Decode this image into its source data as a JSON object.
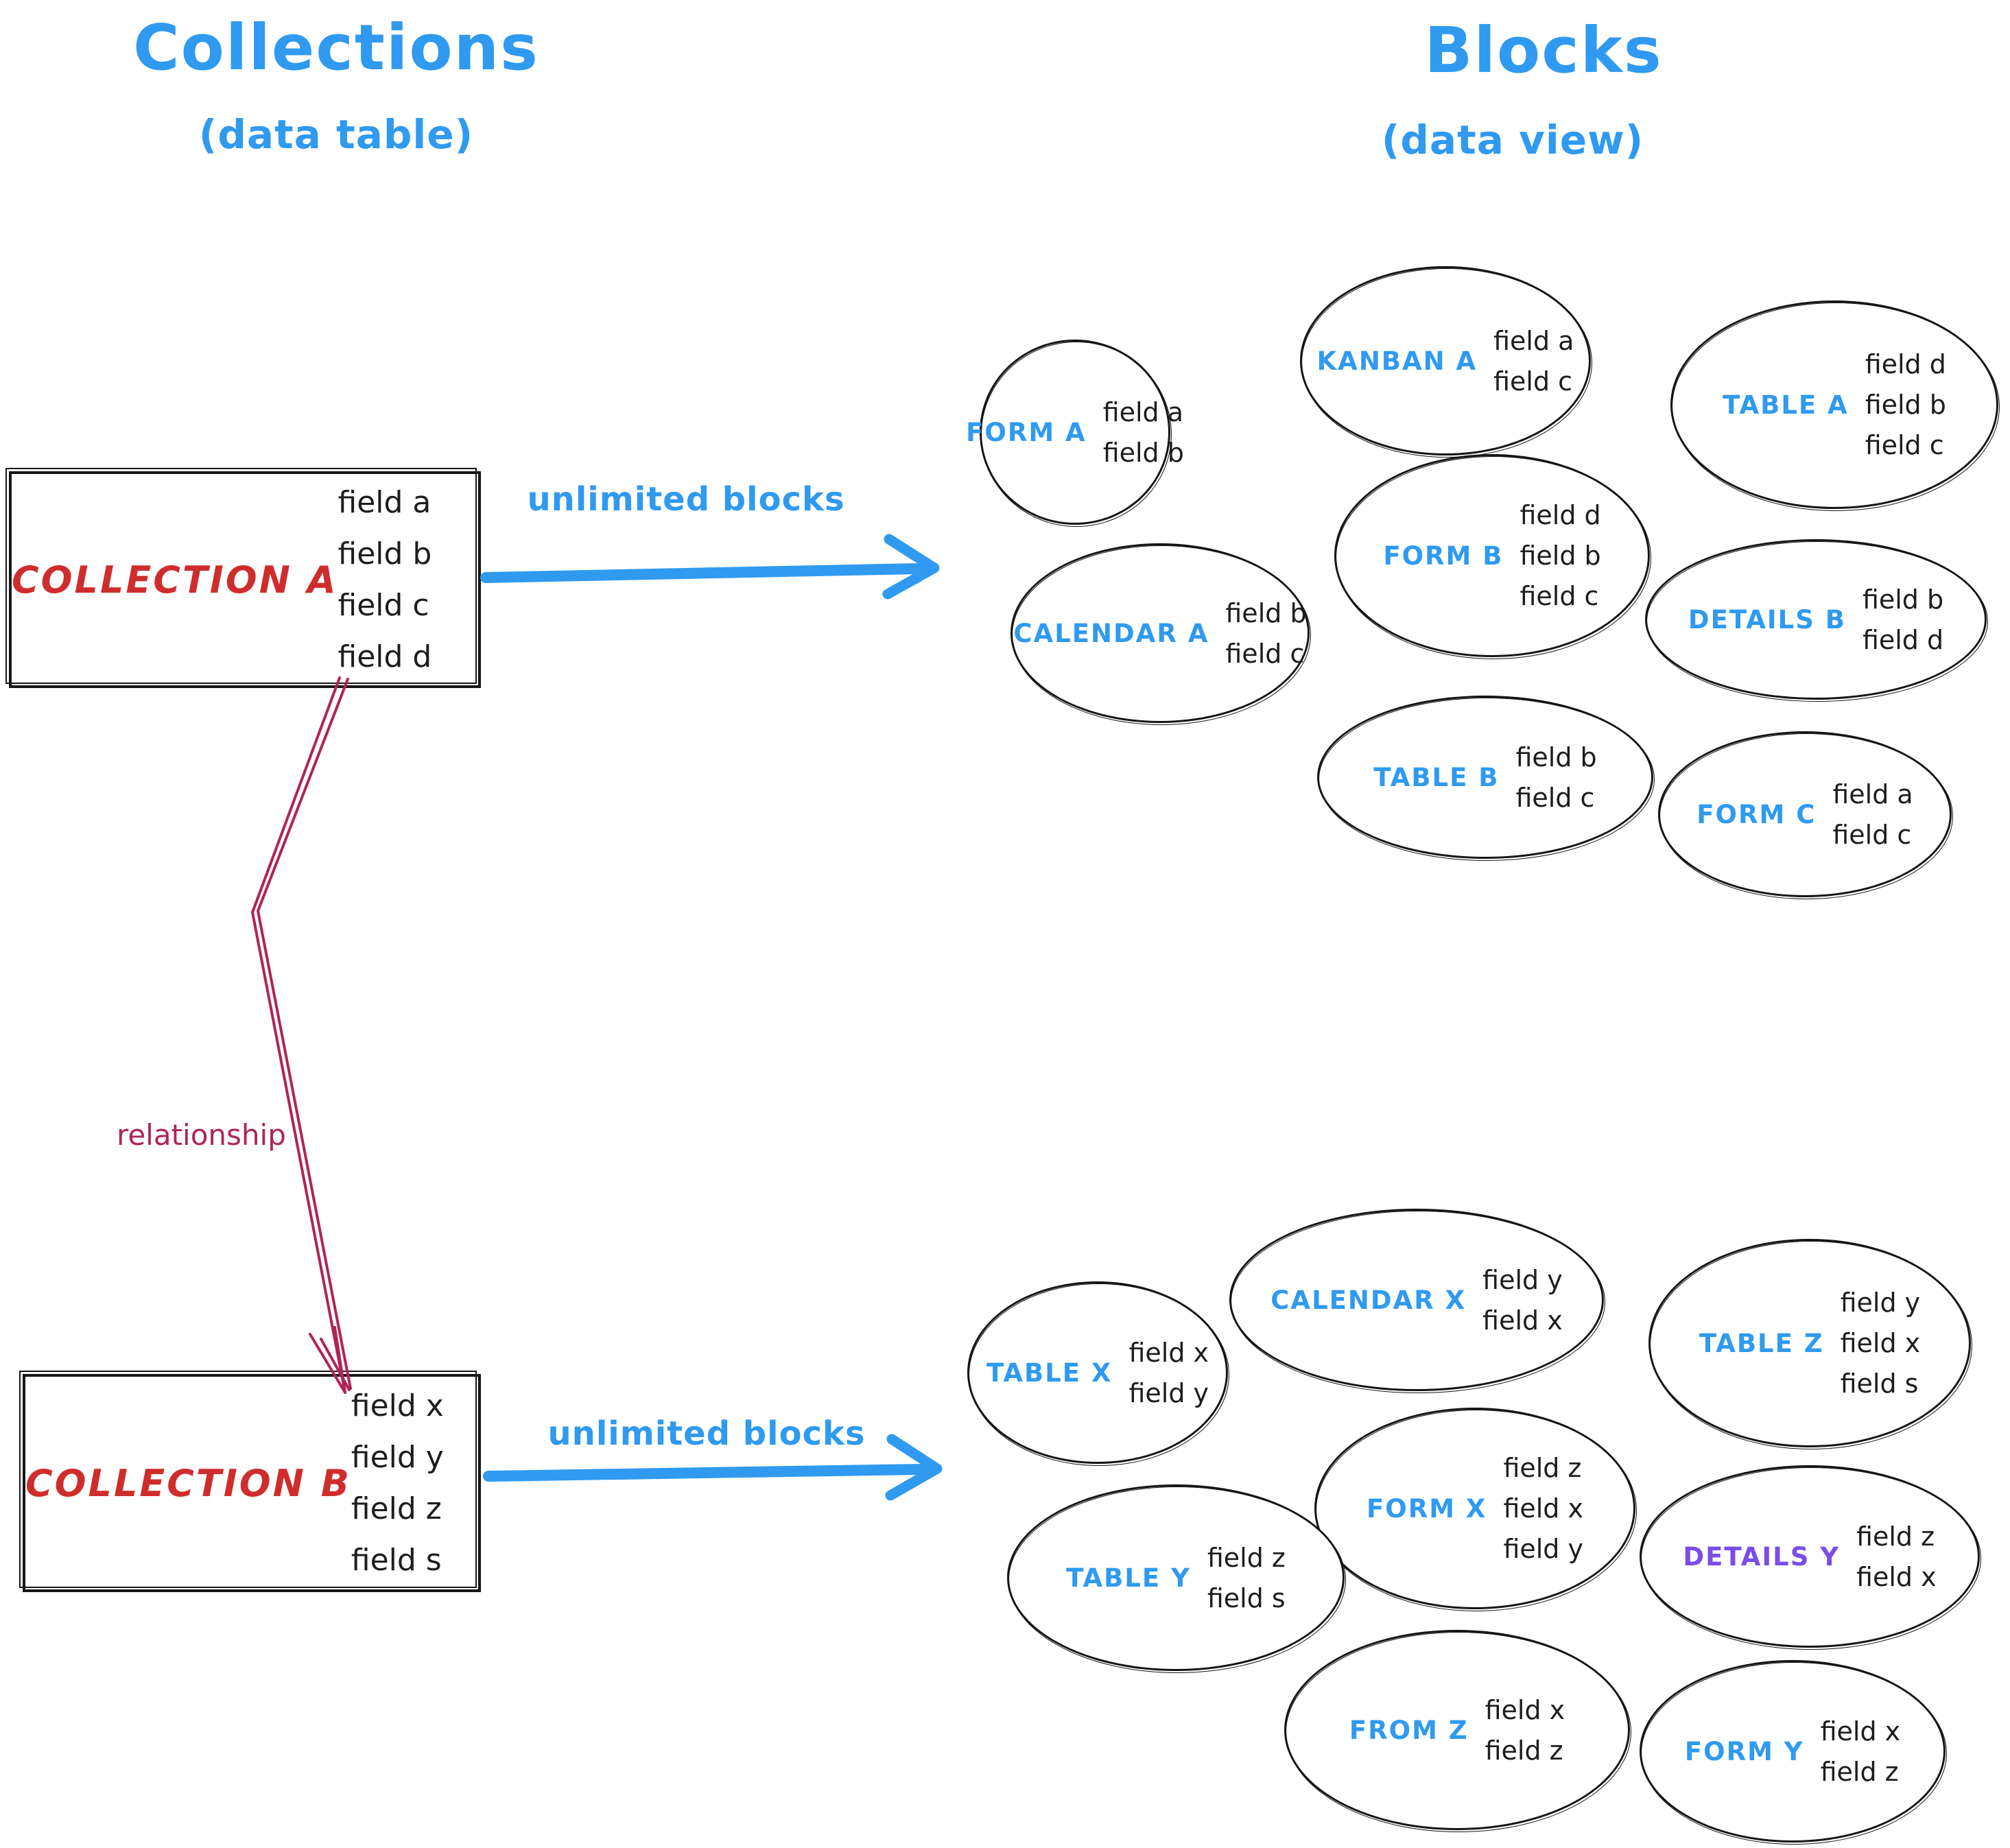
{
  "left_column": {
    "title": "Collections",
    "subtitle": "(data table)",
    "relationship_label": "relationship",
    "collection_a": {
      "name": "COLLECTION A",
      "fields": [
        "field a",
        "field b",
        "field c",
        "field d"
      ]
    },
    "collection_b": {
      "name": "COLLECTION B",
      "fields": [
        "field x",
        "field y",
        "field z",
        "field s"
      ]
    }
  },
  "right_column": {
    "title": "Blocks",
    "subtitle": "(data view)"
  },
  "arrows": {
    "collection_a_label": "unlimited blocks",
    "collection_b_label": "unlimited blocks"
  },
  "top_blocks": [
    {
      "label": "FORM A",
      "fields": [
        "field a",
        "field b"
      ]
    },
    {
      "label": "KANBAN A",
      "fields": [
        "field a",
        "field c"
      ]
    },
    {
      "label": "TABLE A",
      "fields": [
        "field d",
        "field b",
        "field c"
      ]
    },
    {
      "label": "FORM B",
      "fields": [
        "field d",
        "field b",
        "field c"
      ]
    },
    {
      "label": "CALENDAR A",
      "fields": [
        "field b",
        "field c"
      ]
    },
    {
      "label": "DETAILS B",
      "fields": [
        "field b",
        "field d"
      ]
    },
    {
      "label": "TABLE B",
      "fields": [
        "field b",
        "field c"
      ]
    },
    {
      "label": "FORM C",
      "fields": [
        "field a",
        "field c"
      ]
    }
  ],
  "bottom_blocks": [
    {
      "label": "TABLE X",
      "fields": [
        "field x",
        "field y"
      ]
    },
    {
      "label": "CALENDAR X",
      "fields": [
        "field y",
        "field x"
      ]
    },
    {
      "label": "TABLE Z",
      "fields": [
        "field y",
        "field x",
        "field s"
      ]
    },
    {
      "label": "FORM X",
      "fields": [
        "field z",
        "field x",
        "field y"
      ]
    },
    {
      "label": "TABLE Y",
      "fields": [
        "field z",
        "field s"
      ]
    },
    {
      "label": "DETAILS Y",
      "fields": [
        "field z",
        "field x"
      ]
    },
    {
      "label": "FROM Z",
      "fields": [
        "field x",
        "field z"
      ]
    },
    {
      "label": "FORM Y",
      "fields": [
        "field x",
        "field z"
      ]
    }
  ],
  "colors": {
    "blue": "#2f9af0",
    "red": "#cf2d2d",
    "maroon": "#b02458",
    "purple": "#7a4de8",
    "ink": "#1a1a1a"
  }
}
